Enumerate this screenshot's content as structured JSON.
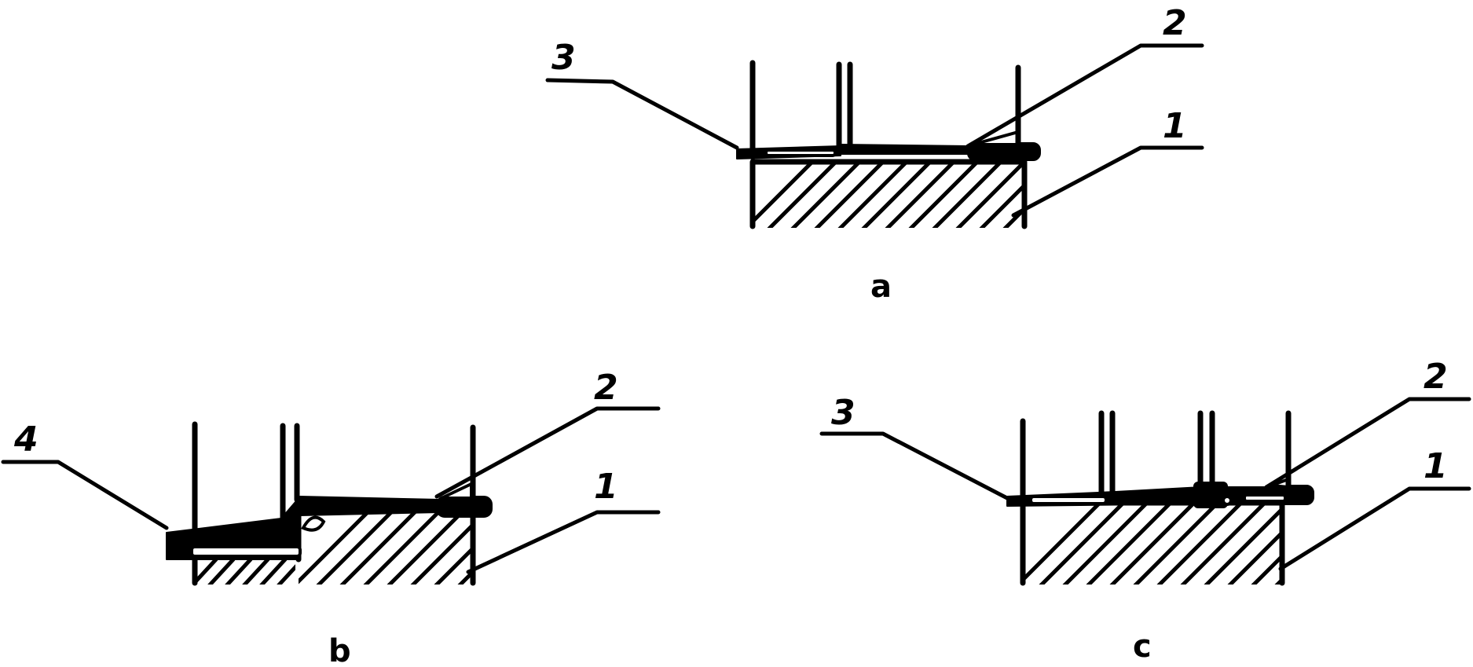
{
  "panels": [
    {
      "id": "a",
      "caption": "a",
      "labels": [
        "3",
        "2",
        "1"
      ]
    },
    {
      "id": "b",
      "caption": "b",
      "labels": [
        "4",
        "2",
        "1"
      ]
    },
    {
      "id": "c",
      "caption": "c",
      "labels": [
        "3",
        "2",
        "1"
      ]
    }
  ],
  "colors": {
    "ink": "#000000",
    "paper": "#ffffff"
  }
}
